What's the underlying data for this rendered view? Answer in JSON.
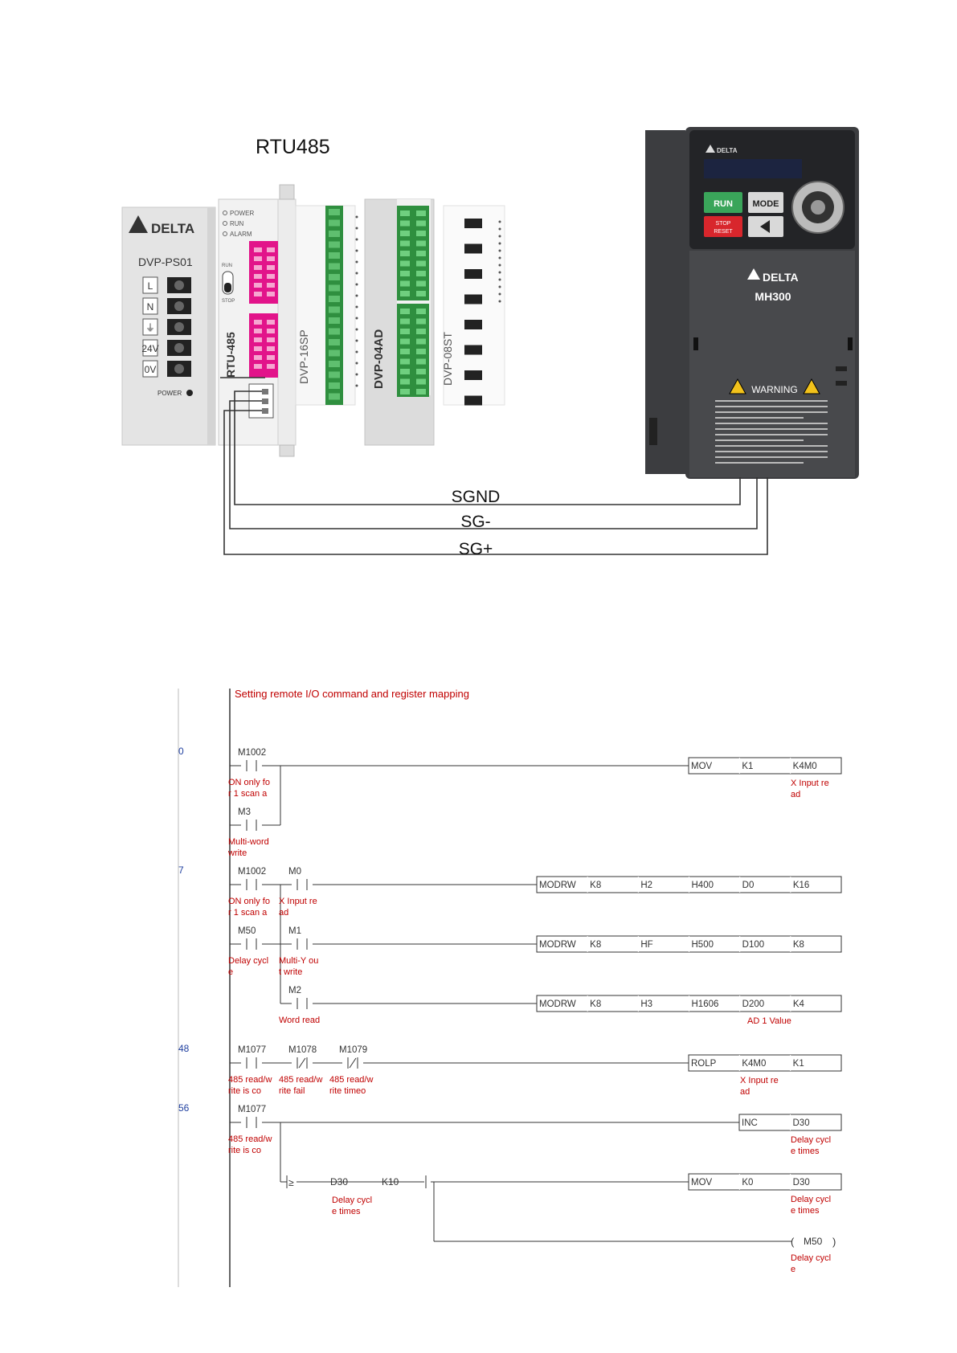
{
  "wiring": {
    "title": "RTU485",
    "power_supply": {
      "brand": "DELTA",
      "model": "DVP-PS01",
      "terminals": [
        "L",
        "N",
        "⏚",
        "24V",
        "0V"
      ],
      "power_label": "POWER"
    },
    "rtu": {
      "model": "RTU-485",
      "leds": [
        "POWER",
        "RUN",
        "ALARM"
      ],
      "switch_top": "RUN",
      "switch_bottom": "STOP"
    },
    "modules": {
      "digital_in": "DVP-16SP",
      "analog": "DVP-04AD",
      "digital_out": "DVP-08ST"
    },
    "drive": {
      "brand": "DELTA",
      "model": "MH300",
      "run": "RUN",
      "mode": "MODE",
      "stop": "STOP",
      "reset": "RESET",
      "warning": "WARNING"
    },
    "signals": [
      "SGND",
      "SG-",
      "SG+"
    ]
  },
  "ladder": {
    "comment": "Setting remote I/O command and register mapping",
    "step_numbers": [
      "0",
      "7",
      "48",
      "56"
    ],
    "contacts": {
      "c1": {
        "name": "M1002",
        "comment": [
          "ON only fo",
          "r 1 scan a"
        ]
      },
      "c2": {
        "name": "M3",
        "comment": [
          "Multi-word",
          " write"
        ]
      },
      "c3": {
        "name": "M1002",
        "comment": [
          "ON only fo",
          "r 1 scan a"
        ]
      },
      "c4": {
        "name": "M0",
        "comment": [
          "X Input re",
          "ad"
        ]
      },
      "c5": {
        "name": "M50",
        "comment": [
          "Delay cycl",
          "e"
        ]
      },
      "c6": {
        "name": "M1",
        "comment": [
          "Multi-Y ou",
          "t write"
        ]
      },
      "c7": {
        "name": "M2",
        "comment": [
          "Word read"
        ]
      },
      "c8": {
        "name": "M1077",
        "comment": [
          "485 read/w",
          "rite is co"
        ]
      },
      "c9": {
        "name": "M1078",
        "comment": [
          "485 read/w",
          "rite fail"
        ]
      },
      "c10": {
        "name": "M1079",
        "comment": [
          "485 read/w",
          "rite timeo"
        ]
      },
      "c11": {
        "name": "M1077",
        "comment": [
          "485 read/w",
          "rite is co"
        ]
      }
    },
    "compare": {
      "op": "≥",
      "a": "D30",
      "b": "K10",
      "comment": [
        "Delay cycl",
        "e times"
      ]
    },
    "instructions": {
      "i1": {
        "cells": [
          "MOV",
          "K1",
          "K4M0"
        ],
        "comment": [
          "X Input re",
          "ad"
        ]
      },
      "i2": {
        "cells": [
          "MODRW",
          "K8",
          "H2",
          "H400",
          "D0",
          "K16"
        ],
        "comment": []
      },
      "i3": {
        "cells": [
          "MODRW",
          "K8",
          "HF",
          "H500",
          "D100",
          "K8"
        ],
        "comment": []
      },
      "i4": {
        "cells": [
          "MODRW",
          "K8",
          "H3",
          "H1606",
          "D200",
          "K4"
        ],
        "comment": [
          "AD 1 Value"
        ]
      },
      "i5": {
        "cells": [
          "ROLP",
          "K4M0",
          "K1"
        ],
        "comment": [
          "X Input re",
          "ad"
        ]
      },
      "i6": {
        "cells": [
          "INC",
          "D30"
        ],
        "comment": [
          "Delay cycl",
          "e times"
        ]
      },
      "i7": {
        "cells": [
          "MOV",
          "K0",
          "D30"
        ],
        "comment": [
          "Delay cycl",
          "e times"
        ]
      }
    },
    "coil": {
      "name": "M50",
      "comment": [
        "Delay cycl",
        "e"
      ]
    }
  },
  "colors": {
    "comment_red": "#c00000",
    "step_blue": "#1f3f9f",
    "magenta": "#e2148a",
    "terminal_green": "#2f8f3f",
    "drive_dark": "#3c3d40",
    "run_green": "#3aa55a",
    "stop_red": "#d8262c"
  }
}
